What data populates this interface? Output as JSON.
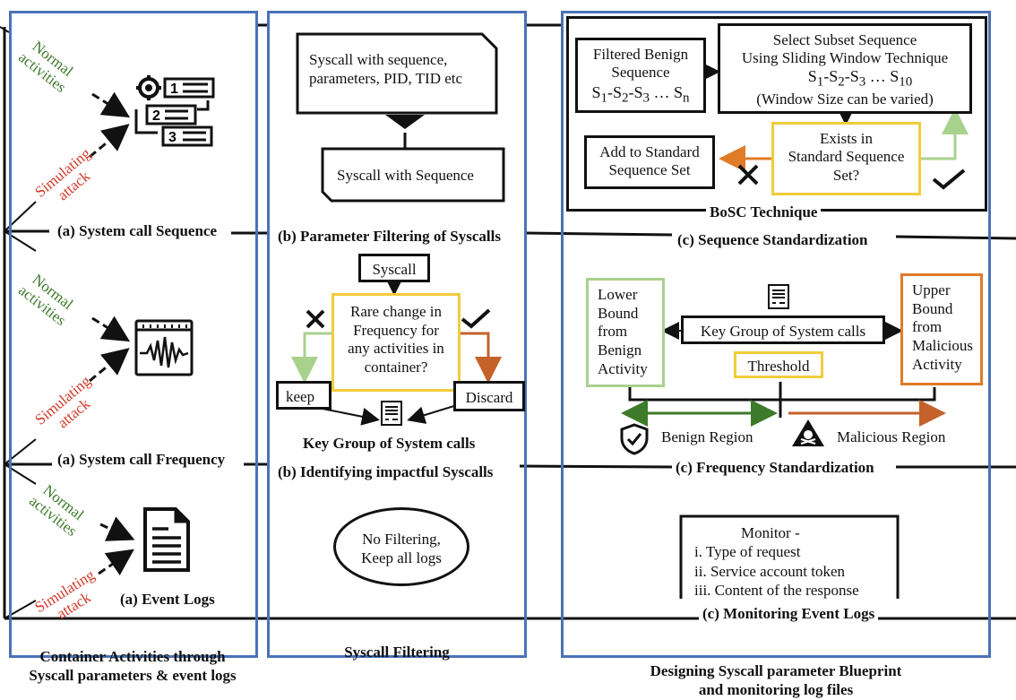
{
  "panel1": {
    "footer": [
      "Container Activities through",
      "Syscall parameters & event logs"
    ],
    "normal_label": [
      "Normal",
      "activities"
    ],
    "attack_label": [
      "Simulating",
      "attack"
    ],
    "sequence_label": "(a) System call Sequence",
    "frequency_label": "(a) System call Frequency",
    "event_logs_label": "(a) Event Logs"
  },
  "panel2": {
    "footer": "Syscall Filtering",
    "syscall_box": [
      "Syscall with sequence,",
      "parameters, PID, TID etc"
    ],
    "sequence_box": "Syscall with Sequence",
    "param_filter_label": "(b) Parameter Filtering of Syscalls",
    "syscall_node": "Syscall",
    "rare_change": [
      "Rare change in",
      "Frequency  for",
      "any activities in",
      "container?"
    ],
    "keep": "keep",
    "discard": "Discard",
    "key_group_label": "Key Group of System calls",
    "identifying_label": "(b) Identifying impactful Syscalls",
    "no_filter": [
      "No Filtering,",
      "Keep all logs"
    ]
  },
  "panel3": {
    "footer": [
      "Designing Syscall parameter Blueprint",
      "and monitoring log files"
    ],
    "filtered_benign": [
      "Filtered Benign",
      "Sequence"
    ],
    "seq_formula": {
      "s1": "S",
      "sub1": "1",
      "d1": "-S",
      "sub2": "2",
      "d2": "-S",
      "sub3": "3",
      "ell": " … S",
      "subn": "n"
    },
    "select_subset": [
      "Select Subset Sequence",
      "Using Sliding Window Technique"
    ],
    "seq_formula2": {
      "s1": "S",
      "sub1": "1",
      "d1": "-S",
      "sub2": "2",
      "d2": "-S",
      "sub3": "3",
      "ell": " … S",
      "sub10": "10"
    },
    "window_size": "(Window Size can be varied)",
    "add_standard": [
      "Add to Standard",
      "Sequence Set"
    ],
    "exists_in": [
      "Exists in",
      "Standard Sequence",
      "Set?"
    ],
    "bosc": "BoSC Technique",
    "seq_std_label": "(c) Sequence Standardization",
    "lower_bound": [
      "Lower",
      "Bound",
      "from",
      "Benign",
      "Activity"
    ],
    "key_group": "Key Group of System calls",
    "upper_bound": [
      "Upper",
      "Bound",
      "from",
      "Malicious",
      "Activity"
    ],
    "threshold": "Threshold",
    "benign_region": "Benign Region",
    "malicious_region": "Malicious Region",
    "freq_std_label": "(c) Frequency Standardization",
    "monitor": [
      "Monitor -",
      "i. Type of request",
      "ii. Service account token",
      "iii. Content of the response"
    ],
    "monitor_label": "(c) Monitoring Event Logs"
  },
  "colors": {
    "panel_border": "#4a72b8",
    "green": "#3d7a2a",
    "red": "#d13a2b",
    "yellow": "#f2cc3c",
    "light_green": "#a9d18e",
    "orange": "#e07b28"
  }
}
